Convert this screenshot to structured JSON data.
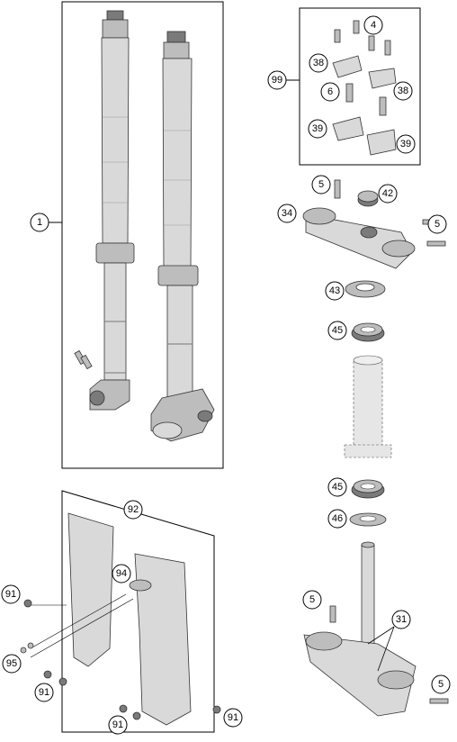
{
  "callouts": {
    "c1": "1",
    "c4": "4",
    "c99": "99",
    "c38a": "38",
    "c38b": "38",
    "c6": "6",
    "c39a": "39",
    "c39b": "39",
    "c5a": "5",
    "c42": "42",
    "c34": "34",
    "c5b": "5",
    "c43": "43",
    "c45a": "45",
    "c45b": "45",
    "c46": "46",
    "c5c": "5",
    "c31": "31",
    "c5d": "5",
    "c92": "92",
    "c94": "94",
    "c91a": "91",
    "c95": "95",
    "c91b": "91",
    "c91c": "91",
    "c91d": "91"
  }
}
